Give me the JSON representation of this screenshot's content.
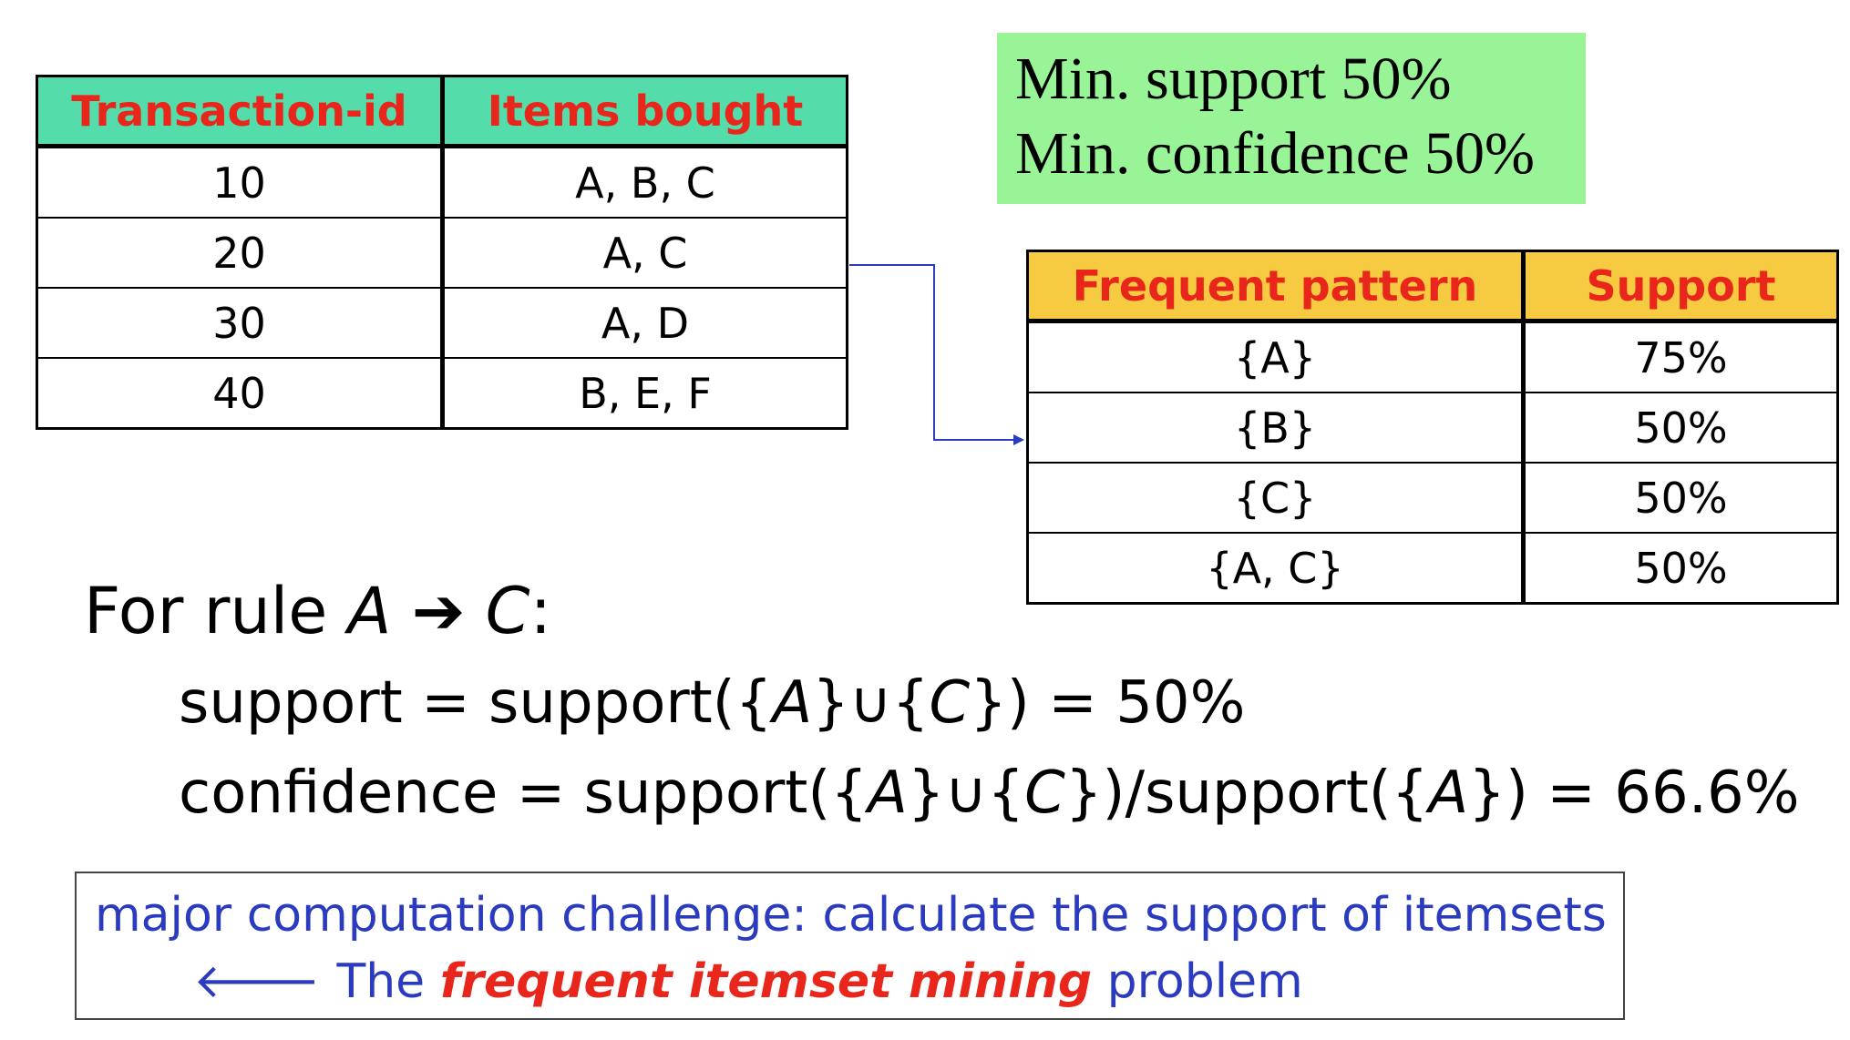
{
  "transactions": {
    "headers": [
      "Transaction-id",
      "Items bought"
    ],
    "rows": [
      [
        "10",
        "A, B, C"
      ],
      [
        "20",
        "A, C"
      ],
      [
        "30",
        "A, D"
      ],
      [
        "40",
        "B, E, F"
      ]
    ]
  },
  "thresholds": {
    "min_support": "Min. support 50%",
    "min_confidence": "Min. confidence 50%"
  },
  "frequent_patterns": {
    "headers": [
      "Frequent pattern",
      "Support"
    ],
    "rows": [
      [
        "{A}",
        "75%"
      ],
      [
        "{B}",
        "50%"
      ],
      [
        "{C}",
        "50%"
      ],
      [
        "{A, C}",
        "50%"
      ]
    ]
  },
  "rule": {
    "prefix": "For rule ",
    "antecedent": "A",
    "arrow": "➔",
    "consequent": "C",
    "suffix": ":",
    "support": {
      "lhs": "support = support({",
      "a": "A",
      "mid": "}∪{",
      "c": "C",
      "rhs": "}) = 50%"
    },
    "confidence": {
      "lhs": "confidence = support({",
      "a": "A",
      "mid": "}∪{",
      "c": "C",
      "mid2": "})/support({",
      "a2": "A",
      "rhs": "}) = 66.6%"
    }
  },
  "challenge": {
    "line1": "major computation challenge: calculate the support of itemsets",
    "arrow": "🡐",
    "pre": "The ",
    "emphasis": "frequent itemset mining",
    "post": " problem"
  },
  "colors": {
    "transaction_header_bg": "#54dcab",
    "pattern_header_bg": "#f6cb41",
    "header_text": "#e8261b",
    "threshold_bg": "#99f497",
    "challenge_text": "#2b3bbf",
    "connector": "#2b3bbf"
  }
}
